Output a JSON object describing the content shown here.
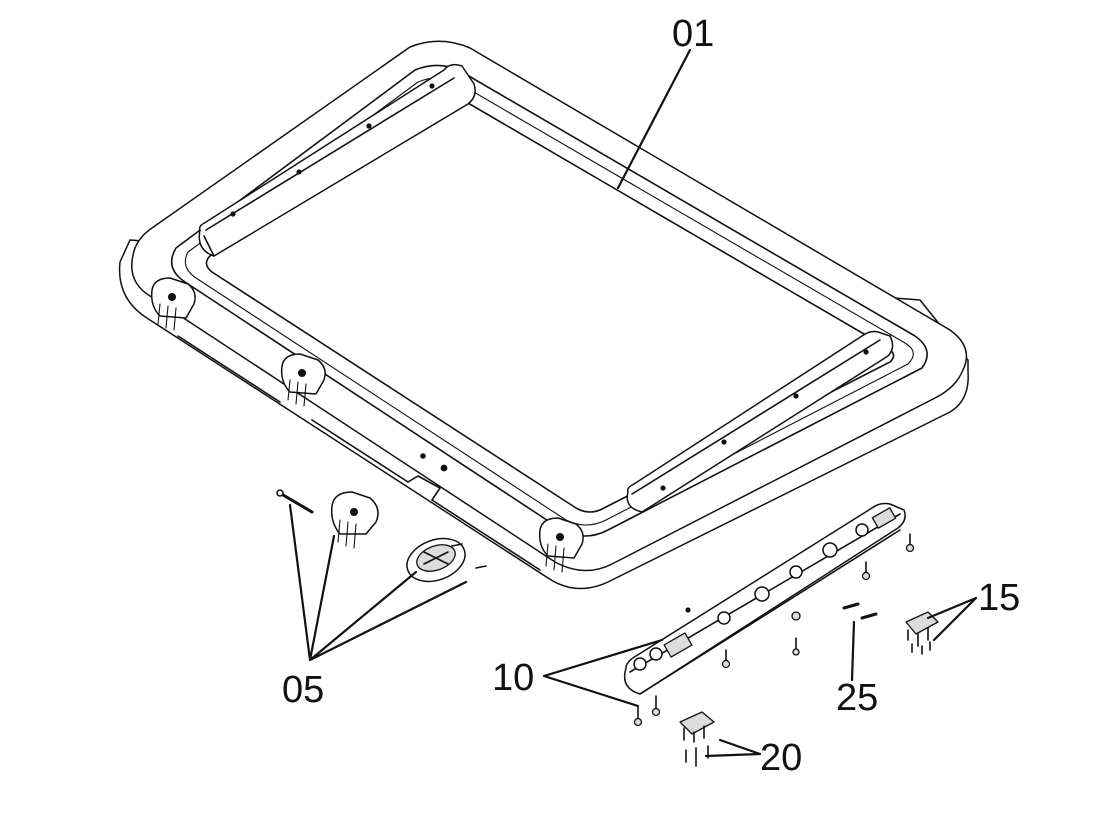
{
  "labels": {
    "frame": "01",
    "kit_a": "05",
    "rail_screws": "10",
    "latch_right": "15",
    "latch_left": "20",
    "pins": "25"
  }
}
